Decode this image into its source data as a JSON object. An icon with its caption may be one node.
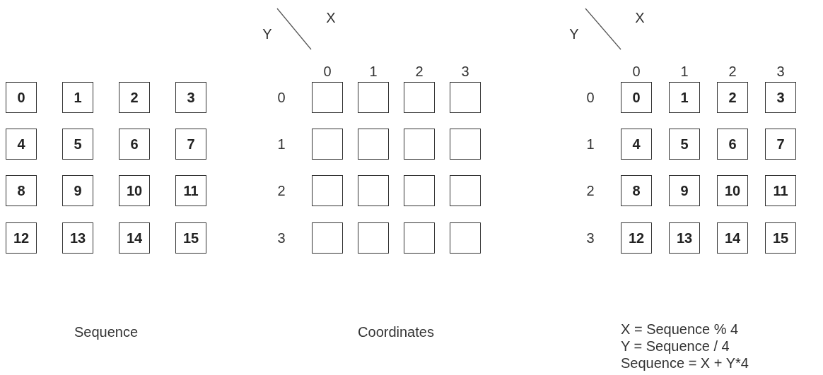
{
  "diagram": {
    "nodes": [
      {
        "text": [
          "0"
        ]
      },
      {
        "text": [
          "1"
        ]
      },
      {
        "text": [
          "2"
        ]
      },
      {
        "text": [
          "3"
        ]
      },
      {
        "text": [
          "4"
        ]
      },
      {
        "text": [
          "5"
        ]
      },
      {
        "text": [
          "6"
        ]
      },
      {
        "text": [
          "7"
        ]
      },
      {
        "text": [
          "8"
        ]
      },
      {
        "text": [
          "9"
        ]
      },
      {
        "text": [
          "10"
        ]
      },
      {
        "text": [
          "11"
        ]
      },
      {
        "text": [
          "12"
        ]
      },
      {
        "text": [
          "13"
        ]
      },
      {
        "text": [
          "14"
        ]
      },
      {
        "text": [
          "15"
        ]
      },
      {
        "text": [],
        "shape": "box"
      },
      {
        "text": [],
        "shape": "box"
      },
      {
        "text": [],
        "shape": "box"
      },
      {
        "text": [],
        "shape": "box"
      },
      {
        "text": [],
        "shape": "box"
      },
      {
        "text": [],
        "shape": "box"
      },
      {
        "text": [],
        "shape": "box"
      },
      {
        "text": [],
        "shape": "box"
      },
      {
        "text": [],
        "shape": "box"
      },
      {
        "text": [],
        "shape": "box"
      },
      {
        "text": [],
        "shape": "box"
      },
      {
        "text": [],
        "shape": "box"
      },
      {
        "text": [],
        "shape": "box"
      },
      {
        "text": [],
        "shape": "box"
      },
      {
        "text": [],
        "shape": "box"
      },
      {
        "text": [],
        "shape": "box"
      },
      {
        "text": [
          "0"
        ]
      },
      {
        "text": [
          "1"
        ]
      },
      {
        "text": [
          "2"
        ]
      },
      {
        "text": [
          "3"
        ]
      },
      {
        "text": [
          "4"
        ]
      },
      {
        "text": [
          "5"
        ]
      },
      {
        "text": [
          "6"
        ]
      },
      {
        "text": [
          "7"
        ]
      },
      {
        "text": [
          "8"
        ]
      },
      {
        "text": [
          "9"
        ]
      },
      {
        "text": [
          "10"
        ]
      },
      {
        "text": [
          "11"
        ]
      },
      {
        "text": [
          "12"
        ]
      },
      {
        "text": [
          "13"
        ]
      },
      {
        "text": [
          "14"
        ]
      },
      {
        "text": [
          "15"
        ]
      }
    ],
    "edges": [],
    "labels": [
      "X",
      "Y",
      "0",
      "1",
      "2",
      "3",
      "0",
      "1",
      "2",
      "3",
      "X",
      "Y",
      "0",
      "1",
      "2",
      "3",
      "0",
      "1",
      "2",
      "3",
      "Sequence",
      "Coordinates",
      "X = Sequence % 4",
      "Y = Sequence / 4",
      "Sequence = X + Y*4"
    ]
  }
}
